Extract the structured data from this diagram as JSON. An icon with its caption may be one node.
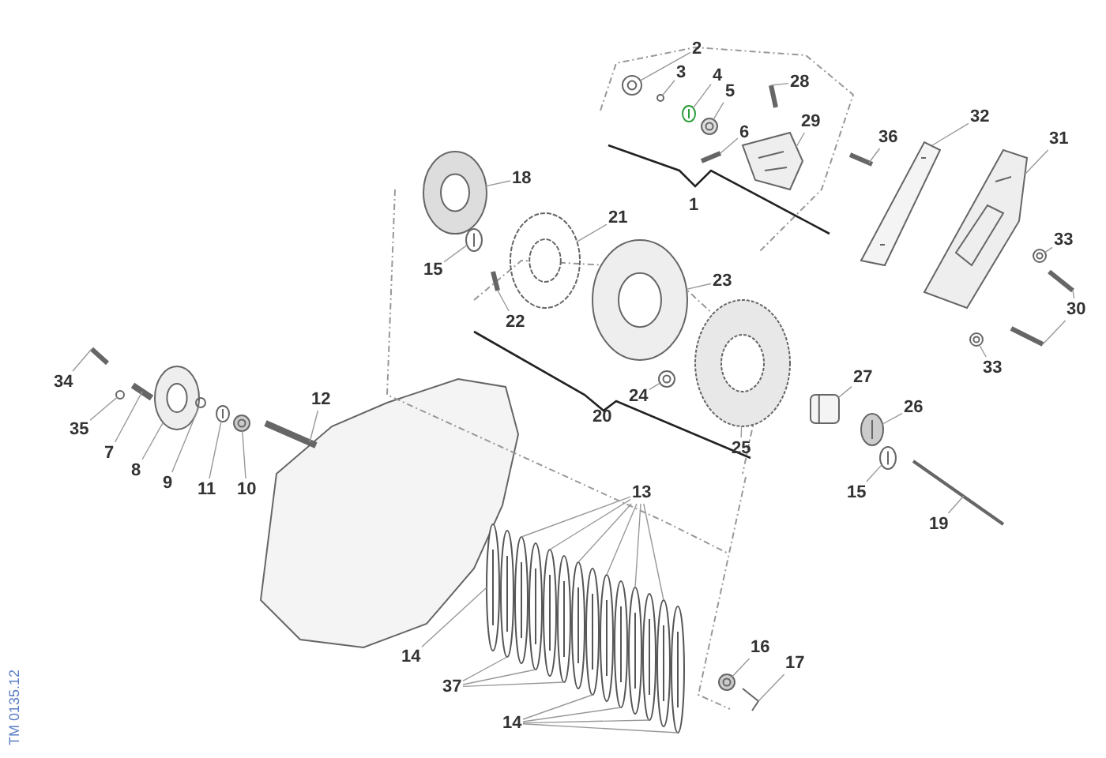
{
  "diagram": {
    "nodes": [
      {
        "text": [
          "2"
        ]
      },
      {
        "text": [
          "3"
        ]
      },
      {
        "text": [
          "4"
        ]
      },
      {
        "text": [
          "5"
        ]
      },
      {
        "text": [
          "28"
        ]
      },
      {
        "text": [
          "6"
        ]
      },
      {
        "text": [
          "29"
        ]
      },
      {
        "text": [
          "36"
        ]
      },
      {
        "text": [
          "32"
        ]
      },
      {
        "text": [
          "31"
        ]
      },
      {
        "text": [
          "1"
        ]
      },
      {
        "text": [
          "18"
        ]
      },
      {
        "text": [
          "21"
        ]
      },
      {
        "text": [
          "15"
        ]
      },
      {
        "text": [
          "23"
        ]
      },
      {
        "text": [
          "33"
        ]
      },
      {
        "text": [
          "22"
        ]
      },
      {
        "text": [
          "30"
        ]
      },
      {
        "text": [
          "34"
        ]
      },
      {
        "text": [
          "12"
        ]
      },
      {
        "text": [
          "24"
        ]
      },
      {
        "text": [
          "27"
        ]
      },
      {
        "text": [
          "26"
        ]
      },
      {
        "text": [
          "35"
        ]
      },
      {
        "text": [
          "20"
        ]
      },
      {
        "text": [
          "7"
        ]
      },
      {
        "text": [
          "33"
        ]
      },
      {
        "text": [
          "8"
        ]
      },
      {
        "text": [
          "25"
        ]
      },
      {
        "text": [
          "9"
        ]
      },
      {
        "text": [
          "11"
        ]
      },
      {
        "text": [
          "10"
        ]
      },
      {
        "text": [
          "15"
        ]
      },
      {
        "text": [
          "13"
        ]
      },
      {
        "text": [
          "19"
        ]
      },
      {
        "text": [
          "14"
        ]
      },
      {
        "text": [
          "16"
        ]
      },
      {
        "text": [
          "17"
        ]
      },
      {
        "text": [
          "37"
        ]
      },
      {
        "text": [
          "14"
        ]
      },
      {
        "text": [],
        "shape": "picture"
      },
      {
        "text": [],
        "shape": "circle"
      },
      {
        "text": [],
        "shape": "picture"
      },
      {
        "text": [],
        "shape": "picture"
      },
      {
        "text": [],
        "shape": "picture"
      },
      {
        "text": [],
        "shape": "picture"
      },
      {
        "text": [],
        "shape": "picture"
      },
      {
        "text": [],
        "shape": "picture"
      },
      {
        "text": [],
        "shape": "picture"
      },
      {
        "text": [],
        "shape": "picture"
      },
      {
        "text": [],
        "shape": "picture"
      },
      {
        "text": [],
        "shape": "picture"
      },
      {
        "text": [],
        "shape": "picture"
      },
      {
        "text": [],
        "shape": "picture"
      },
      {
        "text": [],
        "shape": "picture"
      },
      {
        "text": [],
        "shape": "picture"
      },
      {
        "text": [],
        "shape": "picture"
      },
      {
        "text": [],
        "shape": "picture"
      },
      {
        "text": [],
        "shape": "picture"
      },
      {
        "text": [],
        "shape": "picture"
      },
      {
        "text": [],
        "shape": "picture"
      },
      {
        "text": [],
        "shape": "picture"
      },
      {
        "text": [],
        "shape": "picture"
      },
      {
        "text": [],
        "shape": "circle"
      },
      {
        "text": [],
        "shape": "picture"
      },
      {
        "text": [],
        "shape": "picture"
      },
      {
        "text": [],
        "shape": "picture"
      },
      {
        "text": [],
        "shape": "picture"
      },
      {
        "text": [],
        "shape": "circle"
      },
      {
        "text": [],
        "shape": "picture"
      },
      {
        "text": [],
        "shape": "picture"
      },
      {
        "text": [],
        "shape": "picture"
      },
      {
        "text": [],
        "shape": "picture"
      },
      {
        "text": [],
        "shape": "picture"
      },
      {
        "text": [],
        "shape": "picture"
      },
      {
        "text": [],
        "shape": "picture"
      },
      {
        "text": [],
        "shape": "picture"
      },
      {
        "text": [],
        "shape": "picture"
      },
      {
        "text": [],
        "shape": "picture"
      },
      {
        "text": [],
        "shape": "picture"
      },
      {
        "text": [],
        "shape": "picture"
      },
      {
        "text": [],
        "shape": "picture"
      },
      {
        "text": [],
        "shape": "picture"
      },
      {
        "text": [],
        "shape": "picture"
      },
      {
        "text": [],
        "shape": "picture"
      },
      {
        "text": [],
        "shape": "picture"
      },
      {
        "text": [],
        "shape": "picture"
      },
      {
        "text": [],
        "shape": "picture"
      },
      {
        "text": [],
        "shape": "picture"
      }
    ],
    "edges": [
      {
        "from": 0,
        "to": 40,
        "arrow": "none"
      },
      {
        "from": 1,
        "to": 41,
        "arrow": "none"
      },
      {
        "from": 2,
        "to": 42,
        "arrow": "none"
      },
      {
        "from": 3,
        "to": 43,
        "arrow": "none"
      },
      {
        "from": 4,
        "to": 44,
        "arrow": "none"
      },
      {
        "from": 5,
        "to": 45,
        "arrow": "none"
      },
      {
        "from": 6,
        "to": 46,
        "arrow": "none"
      },
      {
        "from": 7,
        "to": 47,
        "arrow": "none"
      },
      {
        "from": 8,
        "to": 48,
        "arrow": "none"
      },
      {
        "from": 9,
        "to": 49,
        "arrow": "none"
      },
      {
        "from": 11,
        "to": 50,
        "arrow": "none"
      },
      {
        "from": 12,
        "to": 51,
        "arrow": "none"
      },
      {
        "from": 13,
        "to": 52,
        "arrow": "none"
      },
      {
        "from": 14,
        "to": 53,
        "arrow": "none"
      },
      {
        "from": 15,
        "to": 54,
        "arrow": "none"
      },
      {
        "from": 16,
        "to": 55,
        "arrow": "none"
      },
      {
        "from": 17,
        "to": 56,
        "arrow": "none"
      },
      {
        "from": 17,
        "to": 57,
        "arrow": "none"
      },
      {
        "from": 18,
        "to": 58,
        "arrow": "none"
      },
      {
        "from": 19,
        "to": 59,
        "arrow": "none"
      },
      {
        "from": 20,
        "to": 60,
        "arrow": "none"
      },
      {
        "from": 21,
        "to": 61,
        "arrow": "none"
      },
      {
        "from": 22,
        "to": 62,
        "arrow": "none"
      },
      {
        "from": 23,
        "to": 63,
        "arrow": "none"
      },
      {
        "from": 25,
        "to": 64,
        "arrow": "none"
      },
      {
        "from": 26,
        "to": 65,
        "arrow": "none"
      },
      {
        "from": 27,
        "to": 66,
        "arrow": "none"
      },
      {
        "from": 28,
        "to": 67,
        "arrow": "none"
      },
      {
        "from": 29,
        "to": 68,
        "arrow": "none"
      },
      {
        "from": 30,
        "to": 69,
        "arrow": "none"
      },
      {
        "from": 31,
        "to": 70,
        "arrow": "none"
      },
      {
        "from": 32,
        "to": 71,
        "arrow": "none"
      },
      {
        "from": 33,
        "to": 72,
        "arrow": "none"
      },
      {
        "from": 33,
        "to": 73,
        "arrow": "none"
      },
      {
        "from": 33,
        "to": 74,
        "arrow": "none"
      },
      {
        "from": 33,
        "to": 75,
        "arrow": "none"
      },
      {
        "from": 33,
        "to": 76,
        "arrow": "none"
      },
      {
        "from": 33,
        "to": 77,
        "arrow": "none"
      },
      {
        "from": 34,
        "to": 78,
        "arrow": "none"
      },
      {
        "from": 35,
        "to": 79,
        "arrow": "none"
      },
      {
        "from": 36,
        "to": 80,
        "arrow": "none"
      },
      {
        "from": 37,
        "to": 81,
        "arrow": "none"
      },
      {
        "from": 38,
        "to": 82,
        "arrow": "none"
      },
      {
        "from": 38,
        "to": 83,
        "arrow": "none"
      },
      {
        "from": 38,
        "to": 84,
        "arrow": "none"
      },
      {
        "from": 39,
        "to": 85,
        "arrow": "none"
      },
      {
        "from": 39,
        "to": 86,
        "arrow": "none"
      },
      {
        "from": 39,
        "to": 87,
        "arrow": "none"
      },
      {
        "from": 39,
        "to": 88,
        "arrow": "none"
      }
    ],
    "labels": [
      "TM 0135.12"
    ]
  }
}
